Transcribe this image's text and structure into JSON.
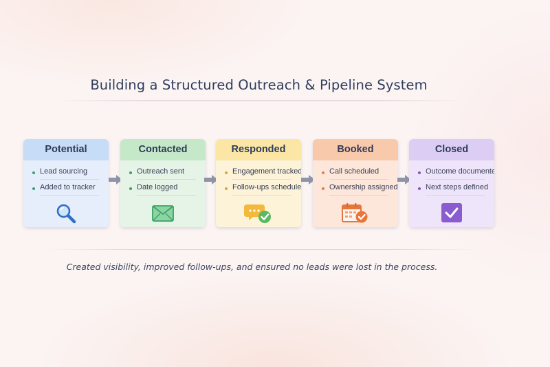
{
  "title": "Building a Structured Outreach & Pipeline System",
  "caption": "Created visibility, improved follow-ups, and ensured no leads were lost in the process.",
  "stages": [
    {
      "name": "Potential",
      "items": [
        "Lead sourcing",
        "Added to tracker"
      ],
      "icon": "magnifier-icon",
      "head_color": "#c7dcf7",
      "body_color": "#e6eefb",
      "dot_color": "#3a9f7a"
    },
    {
      "name": "Contacted",
      "items": [
        "Outreach sent",
        "Date logged"
      ],
      "icon": "envelope-icon",
      "head_color": "#c5e8c8",
      "body_color": "#e5f4e6",
      "dot_color": "#3a9f6a"
    },
    {
      "name": "Responded",
      "items": [
        "Engagement tracked",
        "Follow-ups scheduled"
      ],
      "icon": "chat-check-icon",
      "head_color": "#fbe6a6",
      "body_color": "#fdf3d8",
      "dot_color": "#e0a52b"
    },
    {
      "name": "Booked",
      "items": [
        "Call scheduled",
        "Ownership assigned"
      ],
      "icon": "calendar-check-icon",
      "head_color": "#f9c9ac",
      "body_color": "#fde6da",
      "dot_color": "#e47c44"
    },
    {
      "name": "Closed",
      "items": [
        "Outcome documented",
        "Next steps defined"
      ],
      "icon": "checkbox-icon",
      "head_color": "#dccdf4",
      "body_color": "#eee5fb",
      "dot_color": "#7d55c7"
    }
  ]
}
